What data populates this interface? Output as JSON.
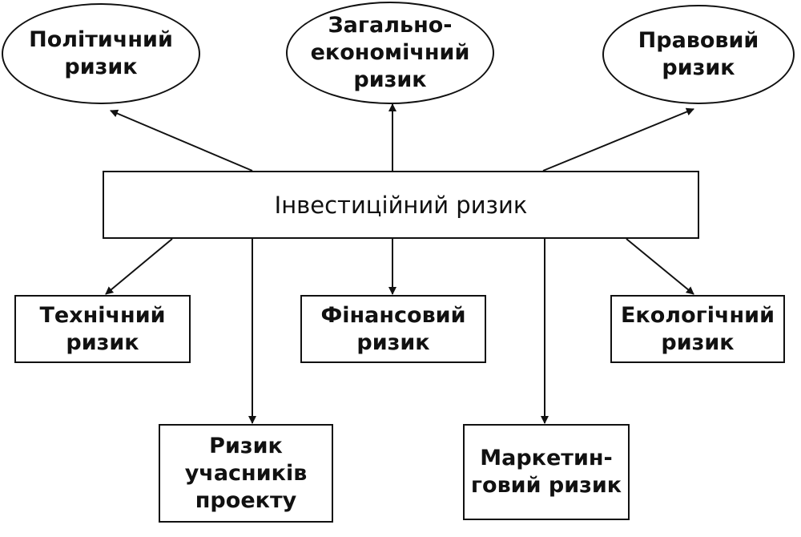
{
  "diagram": {
    "center": {
      "lines": [
        "Інвестиційний ризик"
      ]
    },
    "top": [
      {
        "id": "political",
        "lines": [
          "Політичний",
          "ризик"
        ]
      },
      {
        "id": "general-economic",
        "lines": [
          "Загально-",
          "економічний",
          "ризик"
        ]
      },
      {
        "id": "legal",
        "lines": [
          "Правовий",
          "ризик"
        ]
      }
    ],
    "middle": [
      {
        "id": "technical",
        "lines": [
          "Технічний",
          "ризик"
        ]
      },
      {
        "id": "financial",
        "lines": [
          "Фінансовий",
          "ризик"
        ]
      },
      {
        "id": "ecological",
        "lines": [
          "Екологічний",
          "ризик"
        ]
      }
    ],
    "bottom": [
      {
        "id": "participants",
        "lines": [
          "Ризик",
          "учасників",
          "проекту"
        ]
      },
      {
        "id": "marketing",
        "lines": [
          "Маркетин-",
          "говий ризик"
        ]
      }
    ]
  },
  "colors": {
    "line": "#111111",
    "background": "#ffffff"
  }
}
